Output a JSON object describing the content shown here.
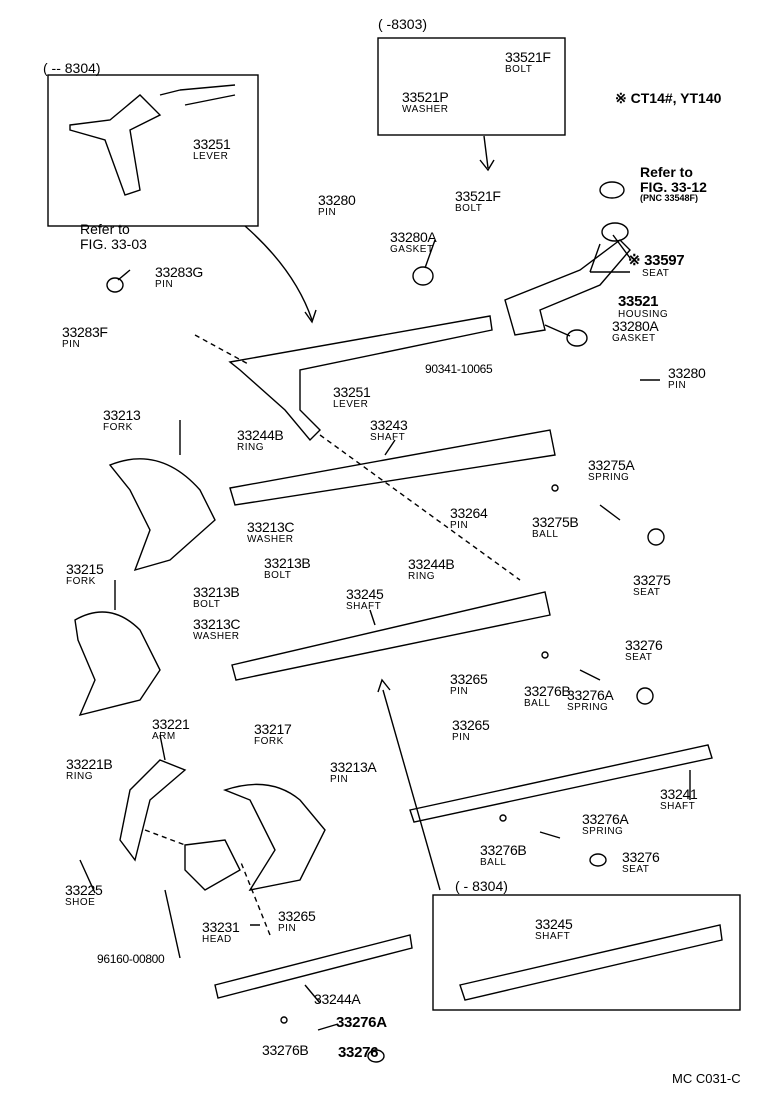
{
  "notes": {
    "ct14": "※ CT14#, YT140",
    "refer_3312": [
      "Refer to",
      "FIG. 33-12",
      "(PNC 33548F)"
    ],
    "refer_3303": [
      "Refer to",
      "FIG. 33-03"
    ],
    "figure_code": "MC C031-C"
  },
  "insets": [
    {
      "header": "(      -- 8304)",
      "labels": [
        {
          "num": "33251",
          "name": "LEVER"
        }
      ]
    },
    {
      "header": "(      -8303)",
      "labels": [
        {
          "num": "33521F",
          "name": "BOLT"
        },
        {
          "num": "33521P",
          "name": "WASHER"
        }
      ]
    },
    {
      "header": "(      - 8304)",
      "labels": [
        {
          "num": "33245",
          "name": "SHAFT"
        }
      ]
    }
  ],
  "labels": [
    {
      "num": "33521F",
      "name": "BOLT"
    },
    {
      "num": "33280",
      "name": "PIN"
    },
    {
      "num": "33280A",
      "name": "GASKET"
    },
    {
      "num": "33283G",
      "name": "PIN"
    },
    {
      "num": "※ 33597",
      "name": "SEAT"
    },
    {
      "num": "33521",
      "name": "HOUSING"
    },
    {
      "num": "33280A",
      "name": "GASKET"
    },
    {
      "num": "33283F",
      "name": "PIN"
    },
    {
      "num": "33251",
      "name": "LEVER"
    },
    {
      "num": "90341-10065",
      "name": ""
    },
    {
      "num": "33280",
      "name": "PIN"
    },
    {
      "num": "33213",
      "name": "FORK"
    },
    {
      "num": "33243",
      "name": "SHAFT"
    },
    {
      "num": "33244B",
      "name": "RING"
    },
    {
      "num": "33275A",
      "name": "SPRING"
    },
    {
      "num": "33264",
      "name": "PIN"
    },
    {
      "num": "33275B",
      "name": "BALL"
    },
    {
      "num": "33213C",
      "name": "WASHER"
    },
    {
      "num": "33213B",
      "name": "BOLT"
    },
    {
      "num": "33215",
      "name": "FORK"
    },
    {
      "num": "33244B",
      "name": "RING"
    },
    {
      "num": "33245",
      "name": "SHAFT"
    },
    {
      "num": "33275",
      "name": "SEAT"
    },
    {
      "num": "33213B",
      "name": "BOLT"
    },
    {
      "num": "33213C",
      "name": "WASHER"
    },
    {
      "num": "33276",
      "name": "SEAT"
    },
    {
      "num": "33265",
      "name": "PIN"
    },
    {
      "num": "33276B",
      "name": "BALL"
    },
    {
      "num": "33276A",
      "name": "SPRING"
    },
    {
      "num": "33221",
      "name": "ARM"
    },
    {
      "num": "33265",
      "name": "PIN"
    },
    {
      "num": "33217",
      "name": "FORK"
    },
    {
      "num": "33213A",
      "name": "PIN"
    },
    {
      "num": "33221B",
      "name": "RING"
    },
    {
      "num": "33241",
      "name": "SHAFT"
    },
    {
      "num": "33276A",
      "name": "SPRING"
    },
    {
      "num": "33276B",
      "name": "BALL"
    },
    {
      "num": "33276",
      "name": "SEAT"
    },
    {
      "num": "33225",
      "name": "SHOE"
    },
    {
      "num": "33231",
      "name": "HEAD"
    },
    {
      "num": "33265",
      "name": "PIN"
    },
    {
      "num": "96160-00800",
      "name": ""
    },
    {
      "num": "33244A",
      "name": ""
    },
    {
      "num": "33276A",
      "name": ""
    },
    {
      "num": "33276",
      "name": ""
    },
    {
      "num": "33276B",
      "name": ""
    }
  ]
}
